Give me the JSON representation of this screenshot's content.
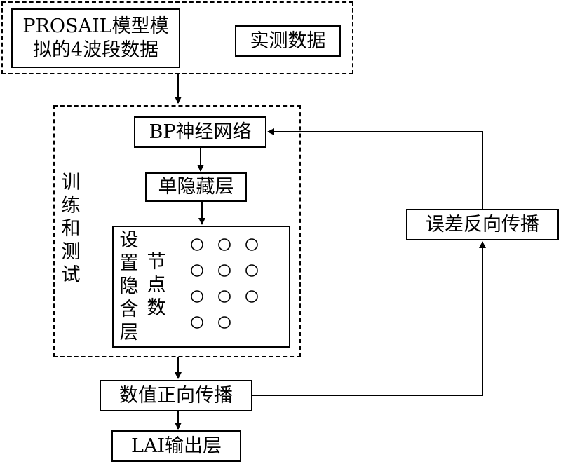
{
  "input_group": {
    "simulated_data": "PROSAIL模型模拟的4波段数据",
    "simulated_data_line1": "PROSAIL模型模",
    "simulated_data_line2": "拟的4波段数据",
    "measured_data": "实测数据"
  },
  "training_group": {
    "side_label": "训练和测试",
    "side_label_chars": [
      "训",
      "练",
      "和",
      "测",
      "试"
    ],
    "bp_network": "BP神经网络",
    "single_hidden_layer": "单隐藏层",
    "hidden_layer_setting_chars": [
      "设",
      "置",
      "隐",
      "含",
      "层"
    ],
    "node_count_chars": [
      "节",
      "点",
      "数"
    ],
    "node_rows": [
      3,
      3,
      3,
      2
    ]
  },
  "forward_propagation": "数值正向传播",
  "backpropagation": "误差反向传播",
  "output_layer": "LAI输出层"
}
